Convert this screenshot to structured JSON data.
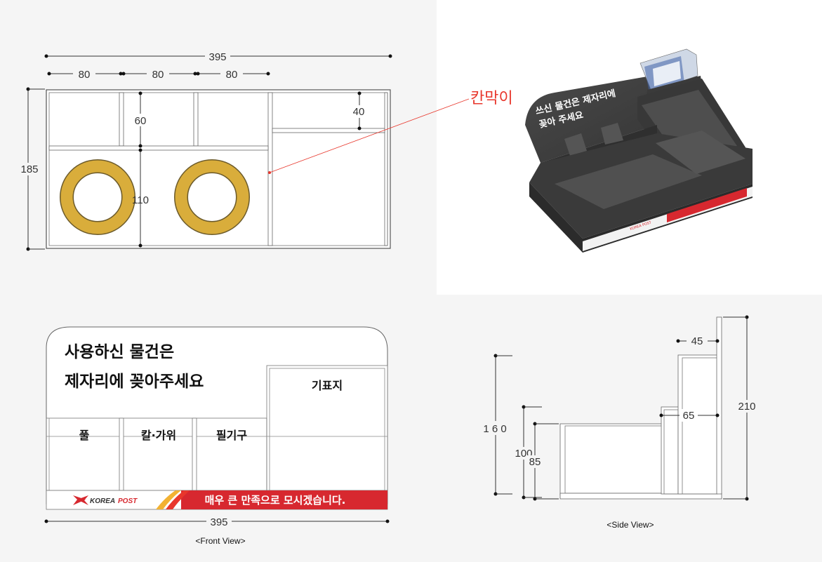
{
  "top_view": {
    "overall_width": "395",
    "col_1": "80",
    "col_2": "80",
    "col_3": "80",
    "overall_height": "185",
    "upper_height": "60",
    "lower_height": "110",
    "right_upper": "40"
  },
  "callout": {
    "label": "칸막이",
    "color": "#e8372c"
  },
  "render_3d": {
    "panel_text_line1": "쓰신 물건은 제자리에",
    "panel_text_line2": "꽂아 주세요",
    "brand_text": "KOREA POST"
  },
  "front_view": {
    "title_line1": "사용하신 물건은",
    "title_line2": "제자리에 꽂아주세요",
    "pocket_label": "기표지",
    "slot_1": "풀",
    "slot_2": "칼·가위",
    "slot_3": "필기구",
    "brand_korea": "KOREA",
    "brand_post": "POST",
    "slogan": "매우 큰 만족으로 모시겠습니다.",
    "width": "395",
    "caption": "<Front View>",
    "red": "#d7282f",
    "gold": "#f2b233"
  },
  "side_view": {
    "total_height": "210",
    "top_width": "45",
    "mid_width": "65",
    "height_160": "1 6 0",
    "height_100": "100",
    "height_85": "85",
    "caption": "<Side View>"
  },
  "colors": {
    "ring": "#d9ad3b",
    "panel": "#3d3d3d"
  }
}
